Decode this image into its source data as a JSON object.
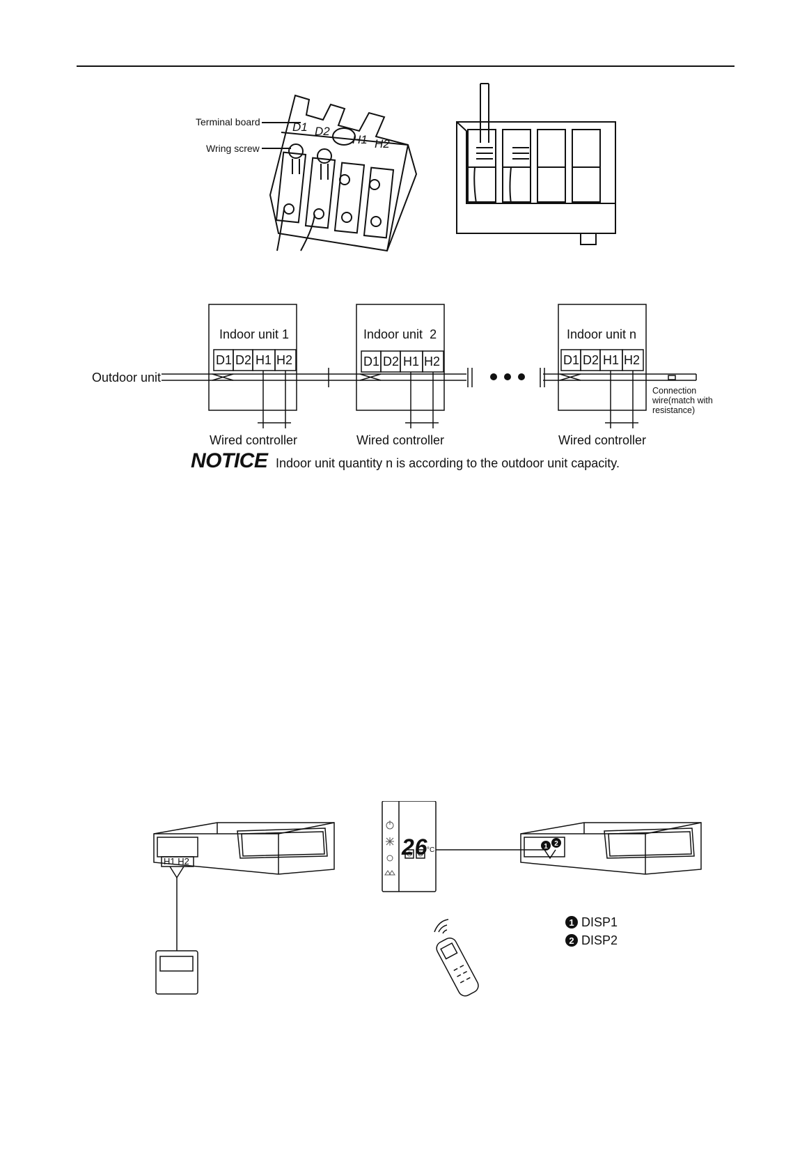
{
  "fig1": {
    "terminal_board_label": "Terminal board",
    "wiring_screw_label": "Wring screw",
    "terminals": [
      "D1",
      "D2",
      "H1",
      "H2"
    ]
  },
  "fig2": {
    "outdoor_unit": "Outdoor unit",
    "units": [
      {
        "title": "Indoor unit 1",
        "controller": "Wired controller"
      },
      {
        "title": "Indoor unit  2",
        "controller": "Wired controller"
      },
      {
        "title": "Indoor unit n",
        "controller": "Wired controller"
      }
    ],
    "terminals": [
      "D1",
      "D2",
      "H1",
      "H2"
    ],
    "connection_wire_label": "Connection wire(match with resistance)",
    "notice_title": "NOTICE",
    "notice_text": "Indoor unit quantity n is according to the outdoor unit capacity."
  },
  "fig3": {
    "left_terminals": "H1 H2",
    "display_temperature": "26",
    "display_unit": "°C",
    "legend": [
      {
        "marker": "1",
        "label": "DISP1"
      },
      {
        "marker": "2",
        "label": "DISP2"
      }
    ]
  }
}
